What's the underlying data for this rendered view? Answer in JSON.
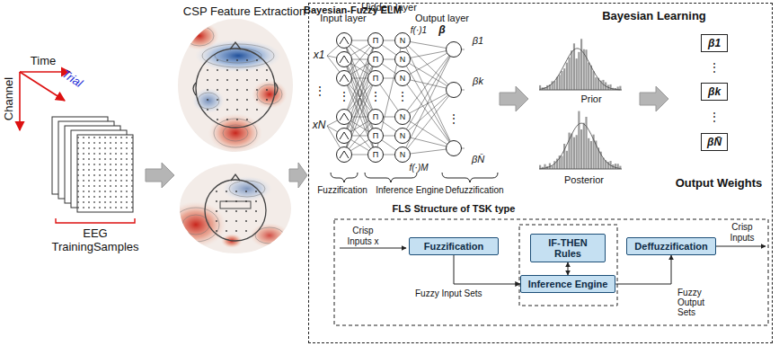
{
  "diagram": {
    "nodes": [
      {
        "text": [
          "Bayesian-Fuzzy ELM"
        ]
      },
      {
        "text": [
          "Fuzzification"
        ],
        "in": 0
      },
      {
        "text": [
          "IF-THEN Rules"
        ],
        "in": 0
      },
      {
        "text": [
          "Inference Engine"
        ],
        "in": 0
      },
      {
        "text": [
          "Deffuzzification"
        ],
        "in": 0
      },
      {
        "text": [
          "β1"
        ],
        "in": 0
      },
      {
        "text": [
          "βk"
        ],
        "in": 0
      },
      {
        "text": [
          "βN̄"
        ],
        "in": 0
      }
    ],
    "edges": [
      {
        "from": 1,
        "to": 3,
        "arrow": "to",
        "label": "Fuzzy Input Sets"
      },
      {
        "from": 2,
        "to": 3,
        "arrow": "both"
      },
      {
        "from": 3,
        "to": 4,
        "arrow": "to",
        "label": "Fuzzy Output Sets"
      }
    ],
    "labels": [
      "Channel",
      "Time",
      "Trial",
      "EEG TrainingSamples",
      "CSP Feature Extraction",
      "Input layer",
      "Hidden layer",
      "Output layer",
      "x1",
      "⋮",
      "xN",
      "Π",
      "Π",
      "Π",
      "⋮",
      "Π",
      "Π",
      "Π",
      "N",
      "N",
      "N",
      "⋮",
      "N",
      "N",
      "N",
      "⋮",
      "f(·)1",
      "β",
      "f(·)M",
      "β1",
      "βk",
      "⋮",
      "βN̄",
      "Fuzzification",
      "Inference Engine",
      "Defuzzification",
      "FLS Structure of TSK type",
      "Bayesian Learning",
      "Prior",
      "Posterior",
      "⋮",
      "⋮",
      "Output Weights",
      "Crisp Inputs x",
      "Crisp Inputs"
    ]
  }
}
